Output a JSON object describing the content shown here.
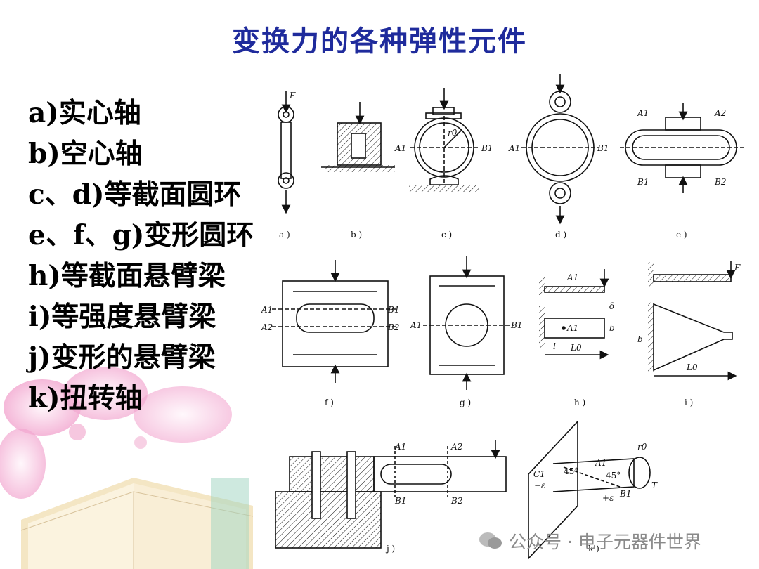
{
  "title": "变换力的各种弹性元件",
  "items": [
    "a)实心轴",
    "b)空心轴",
    "c、d)等截面圆环",
    "e、f、g)变形圆环",
    "h)等截面悬臂梁",
    "i)等强度悬臂梁",
    "j)变形的悬臂梁",
    "k)扭转轴"
  ],
  "figure": {
    "captions": [
      "a )",
      "b )",
      "c )",
      "d )",
      "e )",
      "f )",
      "g )",
      "h )",
      "i )",
      "j )",
      "k )"
    ],
    "force": "F",
    "torque": "T",
    "radius": "r0",
    "points": [
      "A1",
      "B1",
      "A2",
      "B2",
      "C1"
    ],
    "dims": [
      "l",
      "L0",
      "b",
      "δ"
    ],
    "angle": "45°",
    "strain_minus": "−ε",
    "strain_plus": "+ε"
  },
  "watermark": "公众号 · 电子元器件世界"
}
